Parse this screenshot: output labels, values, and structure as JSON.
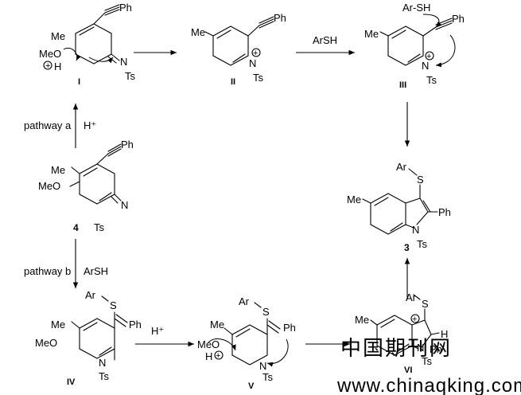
{
  "labels": {
    "ph": "Ph",
    "ts": "Ts",
    "me": "Me",
    "meo": "MeO",
    "n": "N",
    "s": "S",
    "ar_s": "Ar",
    "arsh_group": "Ar-SH",
    "plus": "+",
    "h": "H",
    "oh": "O"
  },
  "compounds": {
    "I": "I",
    "II": "II",
    "III": "III",
    "IV": "IV",
    "V": "V",
    "VI": "VI",
    "c4": "4",
    "c3": "3"
  },
  "arrows": {
    "arsh_top": "ArSH",
    "pathway_a": "pathway a",
    "h_plus_a": "H⁺",
    "pathway_b": "pathway b",
    "arsh_b": "ArSH",
    "h_plus_b": "H⁺"
  },
  "watermark": {
    "cn": "中国期刊网",
    "url": "www.chinaqking.com"
  }
}
